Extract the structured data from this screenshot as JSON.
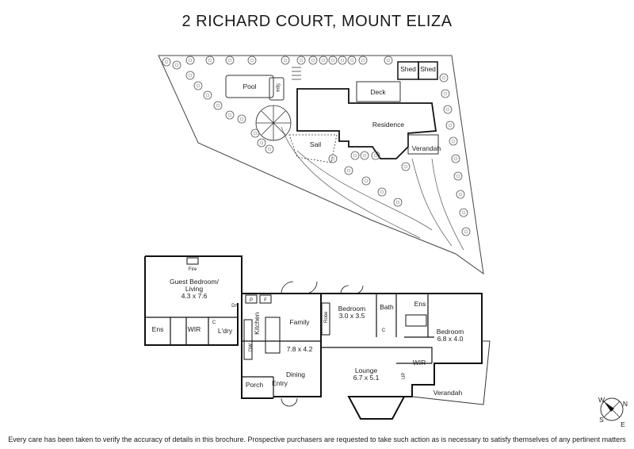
{
  "title": "2 RICHARD COURT, MOUNT ELIZA",
  "disclaimer": "Every care has been taken to verify the accuracy of details in this brochure. Prospective purchasers are requested to take such action as is necessary to satisfy themselves of any pertinent matters",
  "site_plan": {
    "shed_1": "Shed",
    "shed_2": "Shed",
    "pool": "Pool",
    "spa": "Spa",
    "deck": "Deck",
    "residence": "Residence",
    "sail": "Sail",
    "verandah": "Verandah"
  },
  "floor_plan": {
    "guest_bedroom_name": "Guest Bedroom/",
    "guest_bedroom_name_2": "Living",
    "guest_bedroom_dims": "4.3 x 7.6",
    "fire": "Fire",
    "ens_left": "Ens",
    "wir_left": "WIR",
    "c_left": "C",
    "laundry": "L'dry",
    "dn": "Dn",
    "p": "P",
    "f": "F",
    "kitchen": "Kitchen",
    "dw": "DW",
    "family": "Family",
    "family_dims": "7.8 x 4.2",
    "dining": "Dining",
    "porch": "Porch",
    "entry": "Entry",
    "robe": "Robe",
    "bedroom_1": "Bedroom",
    "bedroom_1_dims": "3.0 x 3.5",
    "bath": "Bath",
    "c_mid": "C",
    "ens_right": "Ens",
    "bedroom_2": "Bedroom",
    "bedroom_2_dims": "6.8 x 4.0",
    "wir_right": "WIR",
    "lounge": "Lounge",
    "lounge_dims": "6.7 x 5.1",
    "up": "UP",
    "verandah": "Verandah"
  },
  "compass": {
    "n": "N",
    "e": "E",
    "s": "S",
    "w": "W"
  }
}
